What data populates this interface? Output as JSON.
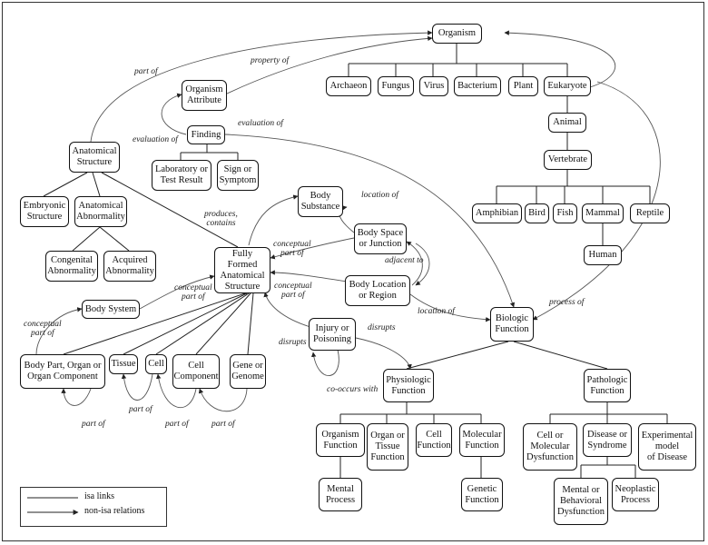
{
  "nodes": {
    "organism": "Organism",
    "archaeon": "Archaeon",
    "fungus": "Fungus",
    "virus": "Virus",
    "bacterium": "Bacterium",
    "plant": "Plant",
    "eukaryote": "Eukaryote",
    "animal": "Animal",
    "vertebrate": "Vertebrate",
    "amphibian": "Amphibian",
    "bird": "Bird",
    "fish": "Fish",
    "mammal": "Mammal",
    "reptile": "Reptile",
    "human": "Human",
    "organism_attribute": "Organism\nAttribute",
    "finding": "Finding",
    "lab_result": "Laboratory or\nTest Result",
    "sign_symptom": "Sign or\nSymptom",
    "anatomical_structure": "Anatomical\nStructure",
    "embryonic_structure": "Embryonic\nStructure",
    "anatomical_abnormality": "Anatomical\nAbnormality",
    "congenital_abnormality": "Congenital\nAbnormality",
    "acquired_abnormality": "Acquired\nAbnormality",
    "fully_formed": "Fully Formed\nAnatomical\nStructure",
    "body_substance": "Body\nSubstance",
    "body_space": "Body Space\nor Junction",
    "body_location": "Body Location\nor Region",
    "body_system": "Body System",
    "body_part": "Body Part, Organ or\nOrgan Component",
    "tissue": "Tissue",
    "cell": "Cell",
    "cell_component": "Cell\nComponent",
    "gene": "Gene or\nGenome",
    "injury": "Injury or\nPoisoning",
    "biologic_function": "Biologic\nFunction",
    "physiologic_function": "Physiologic\nFunction",
    "pathologic_function": "Pathologic\nFunction",
    "organism_function": "Organism\nFunction",
    "organ_function": "Organ or\nTissue\nFunction",
    "cell_function": "Cell\nFunction",
    "molecular_function": "Molecular\nFunction",
    "mental_process": "Mental\nProcess",
    "genetic_function": "Genetic\nFunction",
    "cell_dysfunction": "Cell or\nMolecular\nDysfunction",
    "disease": "Disease or\nSyndrome",
    "experimental_model": "Experimental\nmodel\nof Disease",
    "mental_dysfunction": "Mental or\nBehavioral\nDysfunction",
    "neoplastic_process": "Neoplastic\nProcess"
  },
  "edge_labels": {
    "part_of_top": "part of",
    "property_of": "property of",
    "evaluation_of_1": "evaluation of",
    "evaluation_of_2": "evaluation of",
    "location_of_top": "location of",
    "produces_contains": "produces,\ncontains",
    "conceptual_part_of_1": "conceptual\npart of",
    "conceptual_part_of_2": "conceptual\npart of",
    "conceptual_part_of_3": "conceptual\npart of",
    "conceptual_part_of_4": "conceptual\npart of",
    "adjacent_to": "adjacent to",
    "location_of_bottom": "location of",
    "process_of": "process  of",
    "disrupts_1": "disrupts",
    "disrupts_2": "disrupts",
    "co_occurs_with": "co-occurs with",
    "part_of_1": "part of",
    "part_of_2": "part of",
    "part_of_3": "part of",
    "part_of_4": "part of"
  },
  "legend": {
    "isa": "isa links",
    "nonisa": "non-isa relations"
  }
}
